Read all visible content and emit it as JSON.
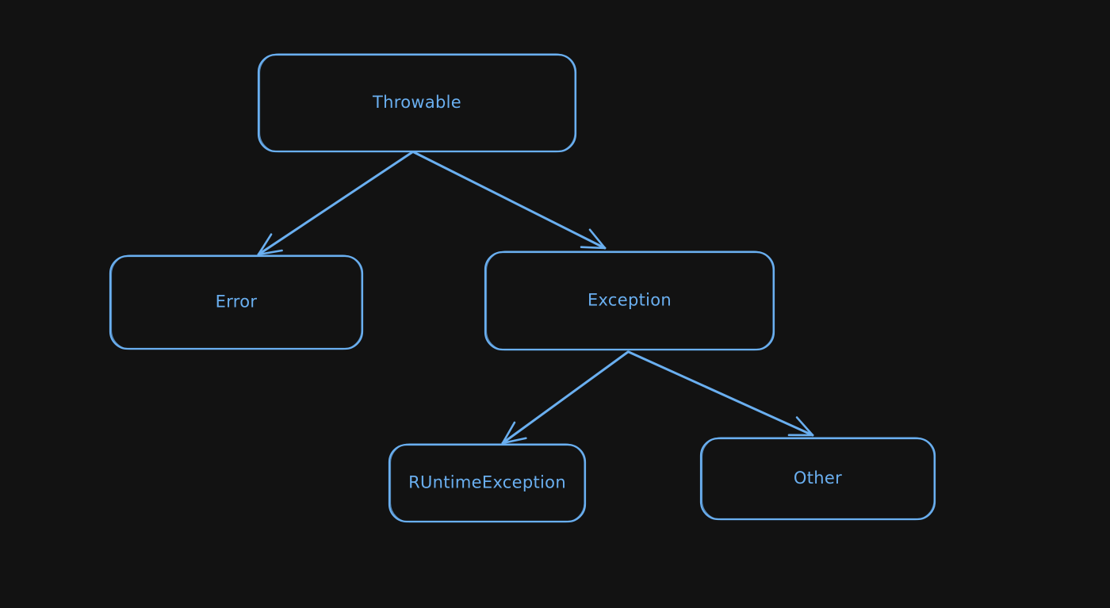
{
  "diagram": {
    "colors": {
      "background": "#121212",
      "stroke": "#6aaff0",
      "text": "#6aaff0"
    },
    "nodes": [
      {
        "id": "throwable",
        "label": "Throwable"
      },
      {
        "id": "error",
        "label": "Error"
      },
      {
        "id": "exception",
        "label": "Exception"
      },
      {
        "id": "runtime",
        "label": "RUntimeException"
      },
      {
        "id": "other",
        "label": "Other"
      }
    ],
    "edges": [
      {
        "from": "throwable",
        "to": "error"
      },
      {
        "from": "throwable",
        "to": "exception"
      },
      {
        "from": "exception",
        "to": "runtime"
      },
      {
        "from": "exception",
        "to": "other"
      }
    ]
  }
}
